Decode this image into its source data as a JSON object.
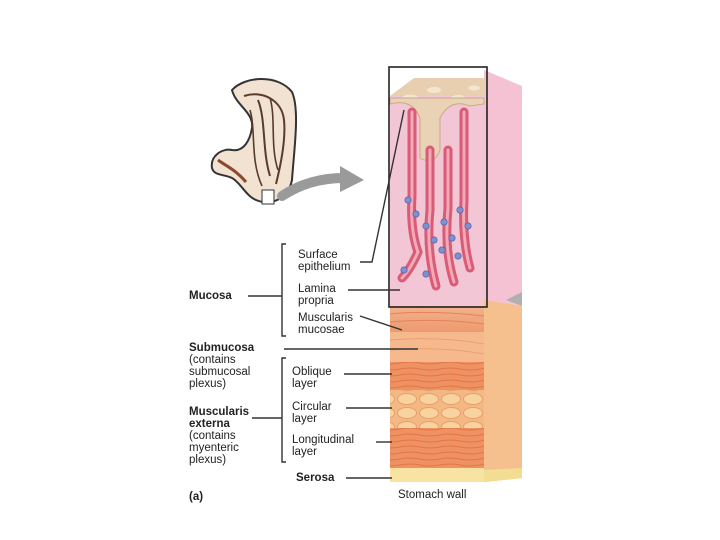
{
  "labels": {
    "surface_epithelium": "Surface\nepithelium",
    "lamina_propria": "Lamina\npropria",
    "muscularis_mucosae": "Muscularis\nmucosae",
    "mucosa": "Mucosa",
    "submucosa": "Submucosa",
    "submucosa_note": "(contains\nsubmucosal\nplexus)",
    "oblique_layer": "Oblique\nlayer",
    "circular_layer": "Circular\nlayer",
    "longitudinal_layer": "Longitudinal\nlayer",
    "muscularis_externa": "Muscularis\nexterna",
    "muscularis_externa_note": "(contains\nmyenteric\nplexus)",
    "serosa": "Serosa",
    "stomach_wall": "Stomach wall",
    "panel": "(a)"
  },
  "colors": {
    "mucosa_pink": "#f3c6d6",
    "gland_red": "#e0607a",
    "tissue_tan": "#e9d3b4",
    "muscle_orange": "#f09a6c",
    "muscle_dark": "#e97f52",
    "circular_cells": "#f7c996",
    "serosa_yellow": "#f8e3a2",
    "leader": "#333333"
  },
  "icons": [
    "stomach-outline-icon",
    "magnify-arrow-icon"
  ]
}
